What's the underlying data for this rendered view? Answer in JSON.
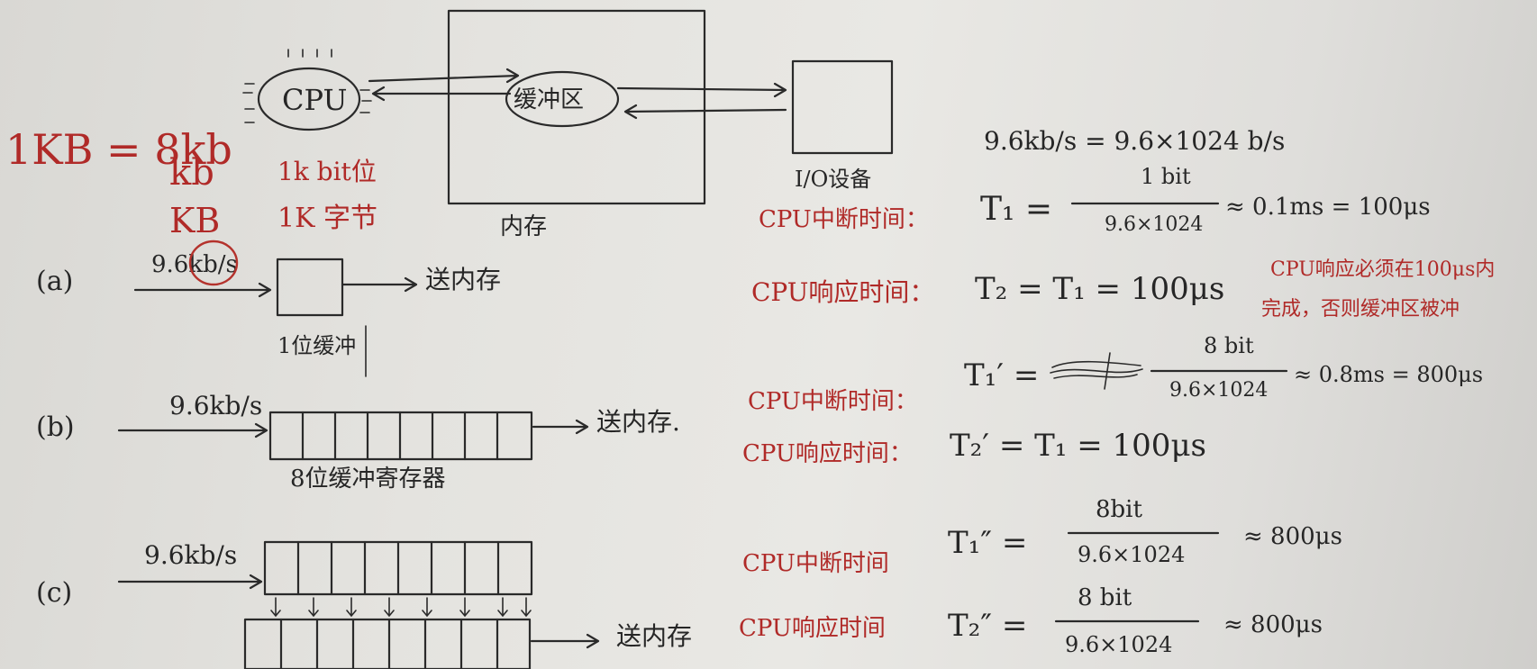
{
  "diagram": {
    "cpu_label": "CPU",
    "buffer_label": "缓冲区",
    "memory_label": "内存",
    "io_label": "I/O设备"
  },
  "notes_red": {
    "line1": "1KB = 8kb",
    "line2_a": "kb",
    "line2_b": "1k bit位",
    "line3_a": "KB",
    "line3_b": "1K 字节"
  },
  "conversion": "9.6kb/s = 9.6×1024 b/s",
  "cases": {
    "a": {
      "label": "(a)",
      "rate": "9.6kb/s",
      "box_caption": "1位缓冲",
      "dest": "送内存"
    },
    "b": {
      "label": "(b)",
      "rate": "9.6kb/s",
      "box_caption": "8位缓冲寄存器",
      "dest": "送内存."
    },
    "c": {
      "label": "(c)",
      "rate": "9.6kb/s",
      "dest": "送内存"
    }
  },
  "formulas": {
    "a_interrupt_label": "CPU中断时间：",
    "a_interrupt_lhs": "T₁ =",
    "a_interrupt_num": "1 bit",
    "a_interrupt_den": "9.6×1024",
    "a_interrupt_rhs": "≈ 0.1ms = 100μs",
    "a_response_label": "CPU响应时间：",
    "a_response_eq": "T₂ = T₁ = 100μs",
    "a_response_note_1": "CPU响应必须在100μs内",
    "a_response_note_2": "完成，否则缓冲区被冲",
    "b_interrupt_label": "CPU中断时间：",
    "b_interrupt_lhs": "T₁′ =",
    "b_interrupt_num": "8 bit",
    "b_interrupt_den": "9.6×1024",
    "b_interrupt_rhs": "≈ 0.8ms = 800μs",
    "b_response_label": "CPU响应时间：",
    "b_response_eq": "T₂′ = T₁ = 100μs",
    "c_interrupt_label": "CPU中断时间",
    "c_interrupt_lhs": "T₁″ =",
    "c_interrupt_num": "8bit",
    "c_interrupt_den": "9.6×1024",
    "c_interrupt_rhs": "≈ 800μs",
    "c_response_label": "CPU响应时间",
    "c_response_lhs": "T₂″ =",
    "c_response_num": "8 bit",
    "c_response_den": "9.6×1024",
    "c_response_rhs": "≈ 800μs"
  }
}
